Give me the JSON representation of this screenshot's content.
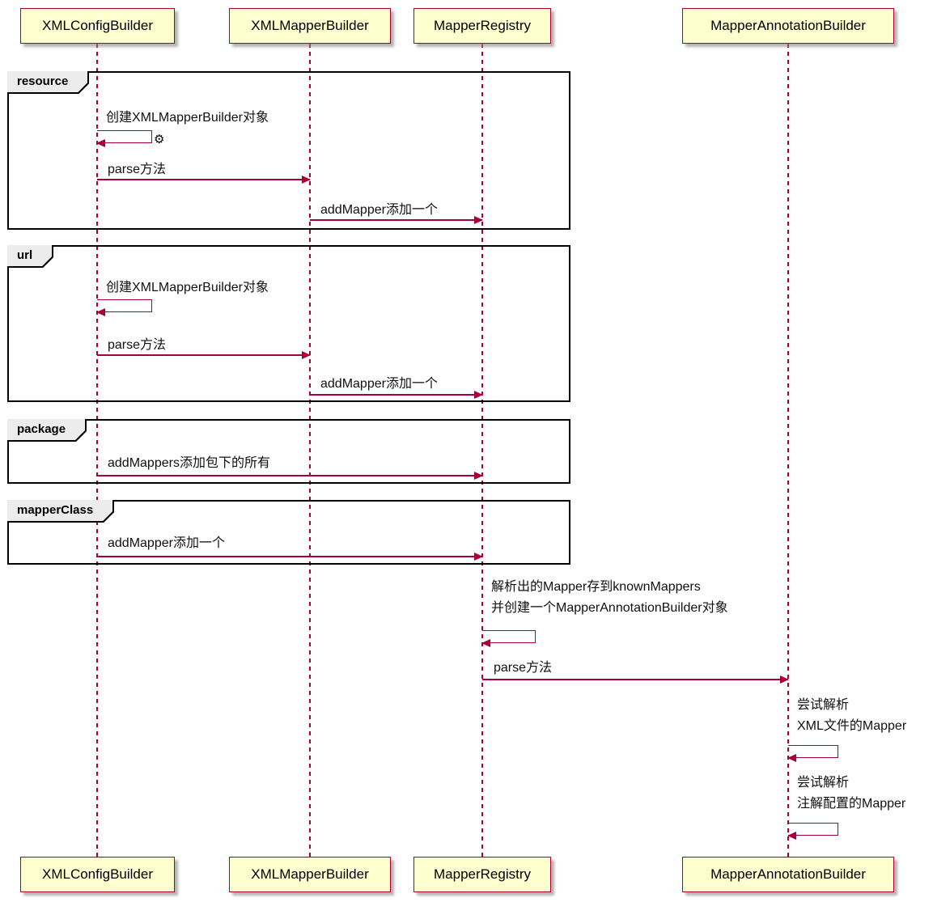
{
  "diagram_type": "plantuml-sequence-diagram",
  "colors": {
    "participant_bg": "#FEFECE",
    "participant_border": "#A80036",
    "lifeline": "#A80036",
    "arrow": "#A80036",
    "frame_border": "#000000",
    "frame_label_bg": "#ECECEC",
    "text": "#000000"
  },
  "icons": {
    "create_gear": "⚙"
  },
  "participants": [
    {
      "label": "XMLConfigBuilder"
    },
    {
      "label": "XMLMapperBuilder"
    },
    {
      "label": "MapperRegistry"
    },
    {
      "label": "MapperAnnotationBuilder"
    }
  ],
  "frames": [
    {
      "label": "resource",
      "messages": [
        {
          "kind": "self",
          "from": "XMLConfigBuilder",
          "to": "XMLConfigBuilder",
          "text": "创建XMLMapperBuilder对象",
          "icon": "create_gear"
        },
        {
          "kind": "arrow",
          "from": "XMLConfigBuilder",
          "to": "XMLMapperBuilder",
          "text": "parse方法"
        },
        {
          "kind": "arrow",
          "from": "XMLMapperBuilder",
          "to": "MapperRegistry",
          "text": "addMapper添加一个"
        }
      ]
    },
    {
      "label": "url",
      "messages": [
        {
          "kind": "self",
          "from": "XMLConfigBuilder",
          "to": "XMLConfigBuilder",
          "text": "创建XMLMapperBuilder对象"
        },
        {
          "kind": "arrow",
          "from": "XMLConfigBuilder",
          "to": "XMLMapperBuilder",
          "text": "parse方法"
        },
        {
          "kind": "arrow",
          "from": "XMLMapperBuilder",
          "to": "MapperRegistry",
          "text": "addMapper添加一个"
        }
      ]
    },
    {
      "label": "package",
      "messages": [
        {
          "kind": "arrow",
          "from": "XMLConfigBuilder",
          "to": "MapperRegistry",
          "text": "addMappers添加包下的所有"
        }
      ]
    },
    {
      "label": "mapperClass",
      "messages": [
        {
          "kind": "arrow",
          "from": "XMLConfigBuilder",
          "to": "MapperRegistry",
          "text": "addMapper添加一个"
        }
      ]
    }
  ],
  "tail_messages": [
    {
      "kind": "self",
      "on": "MapperRegistry",
      "lines": [
        "解析出的Mapper存到knownMappers",
        "并创建一个MapperAnnotationBuilder对象"
      ]
    },
    {
      "kind": "arrow",
      "from": "MapperRegistry",
      "to": "MapperAnnotationBuilder",
      "text": "parse方法"
    },
    {
      "kind": "self",
      "on": "MapperAnnotationBuilder",
      "lines": [
        "尝试解析",
        "XML文件的Mapper"
      ]
    },
    {
      "kind": "self",
      "on": "MapperAnnotationBuilder",
      "lines": [
        "尝试解析",
        "注解配置的Mapper"
      ]
    }
  ]
}
